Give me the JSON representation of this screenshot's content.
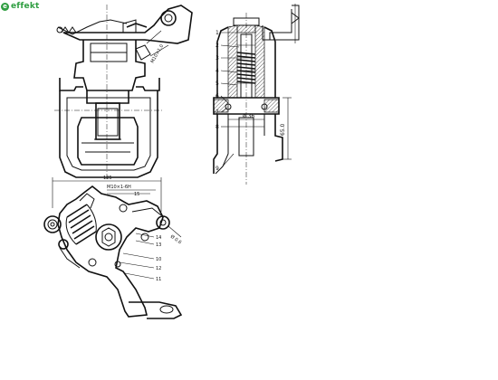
{
  "logo": {
    "text": "effekt",
    "mark": "e",
    "color": "#2f9e41"
  },
  "diagram": {
    "top_view": {
      "dim_label": "M10×1.0"
    },
    "section_view": {
      "left_callouts": [
        "1",
        "2",
        "3",
        "4",
        "5",
        "6",
        "7",
        "8",
        "9"
      ],
      "dia_label": "ø 36",
      "height_label": "65.0"
    },
    "lever_view": {
      "width_label": "125",
      "thread_label": "M10×1-6H",
      "dia_label": "Ø 0.6",
      "callouts": [
        "15",
        "14",
        "13",
        "10",
        "12",
        "11"
      ]
    }
  }
}
